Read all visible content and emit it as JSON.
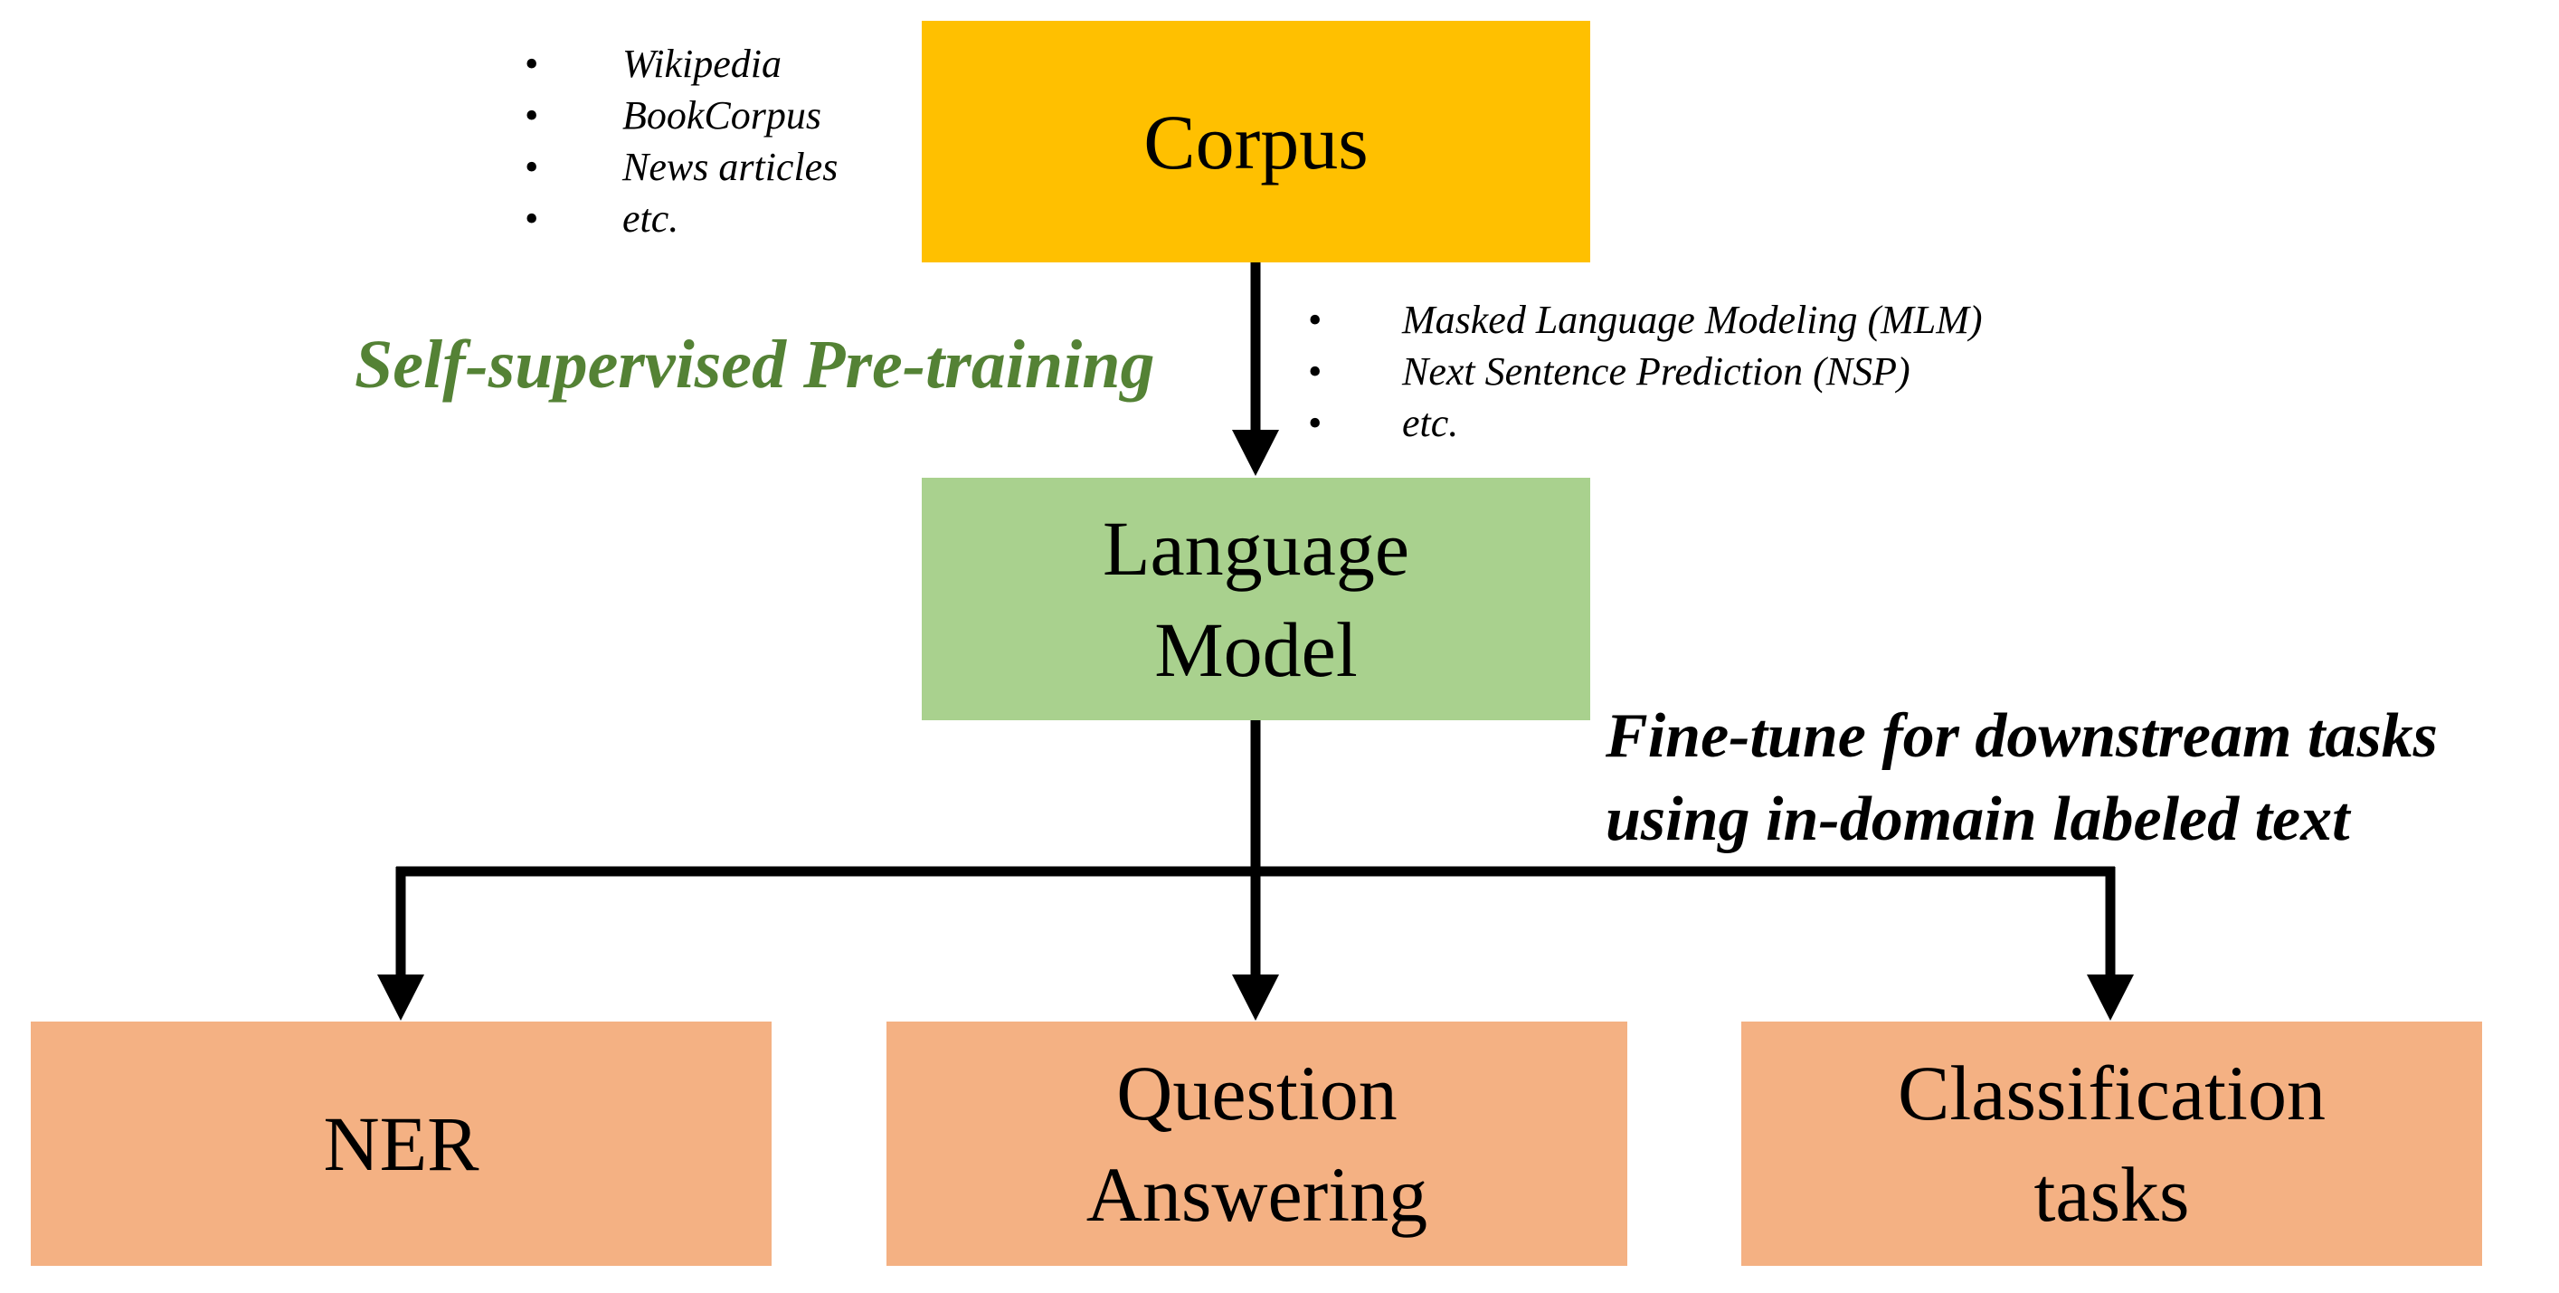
{
  "colors": {
    "corpus_fill": "#FFC000",
    "language_model_fill": "#A9D18E",
    "task_fill": "#F4B183",
    "pretraining_label": "#548235",
    "connector": "#000000"
  },
  "nodes": {
    "corpus": {
      "lines": [
        "Corpus"
      ]
    },
    "language_model": {
      "lines": [
        "Language",
        "Model"
      ]
    },
    "tasks": [
      {
        "lines": [
          "NER"
        ]
      },
      {
        "lines": [
          "Question",
          "Answering"
        ]
      },
      {
        "lines": [
          "Classification",
          "tasks"
        ]
      }
    ]
  },
  "corpus_sources": {
    "bullet": "•",
    "items": [
      "Wikipedia",
      "BookCorpus",
      "News articles",
      "etc."
    ]
  },
  "pretraining": {
    "label": "Self-supervised Pre-training",
    "bullet": "•",
    "objectives": [
      "Masked Language Modeling (MLM)",
      "Next Sentence Prediction (NSP)",
      "etc."
    ]
  },
  "finetuning": {
    "label_lines": [
      "Fine-tune for downstream tasks",
      "using in-domain labeled text"
    ]
  },
  "edges": [
    {
      "from": "Corpus",
      "to": "Language Model"
    },
    {
      "from": "Language Model",
      "to": "NER"
    },
    {
      "from": "Language Model",
      "to": "Question Answering"
    },
    {
      "from": "Language Model",
      "to": "Classification tasks"
    }
  ]
}
